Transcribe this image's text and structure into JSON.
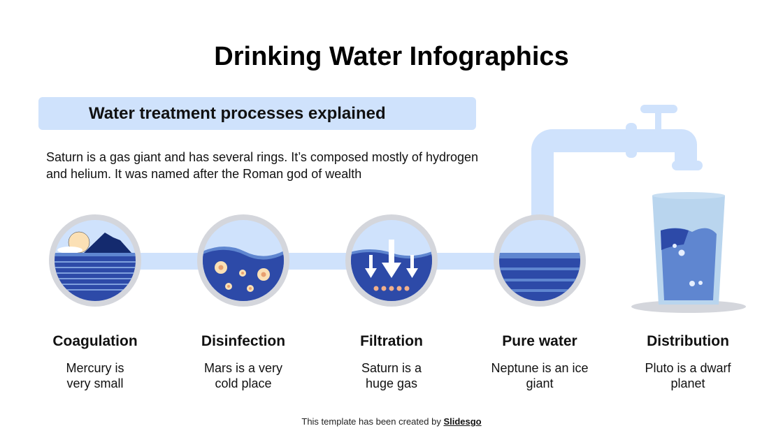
{
  "title": "Drinking Water Infographics",
  "banner": {
    "label": "Water treatment processes explained"
  },
  "description": "Saturn is a gas giant and has several rings. It’s composed mostly of hydrogen and helium. It was named after the Roman god of wealth",
  "steps": [
    {
      "title": "Coagulation",
      "text": "Mercury is very small",
      "icon": "landscape-water-icon"
    },
    {
      "title": "Disinfection",
      "text": "Mars is a very cold place",
      "icon": "bacteria-water-icon"
    },
    {
      "title": "Filtration",
      "text": "Saturn is a huge gas",
      "icon": "filter-arrows-icon"
    },
    {
      "title": "Pure water",
      "text": "Neptune is an ice giant",
      "icon": "pure-water-icon"
    },
    {
      "title": "Distribution",
      "text": "Pluto is a dwarf planet",
      "icon": "water-glass-icon"
    }
  ],
  "footer": {
    "prefix": "This template has been created by ",
    "brand": "Slidesgo"
  },
  "colors": {
    "pipe": "#cfe2fc",
    "ring": "#d4d6dc",
    "water_dark": "#2d4aa8",
    "water_mid": "#5f86d0",
    "glass": "#b9d5ee"
  }
}
